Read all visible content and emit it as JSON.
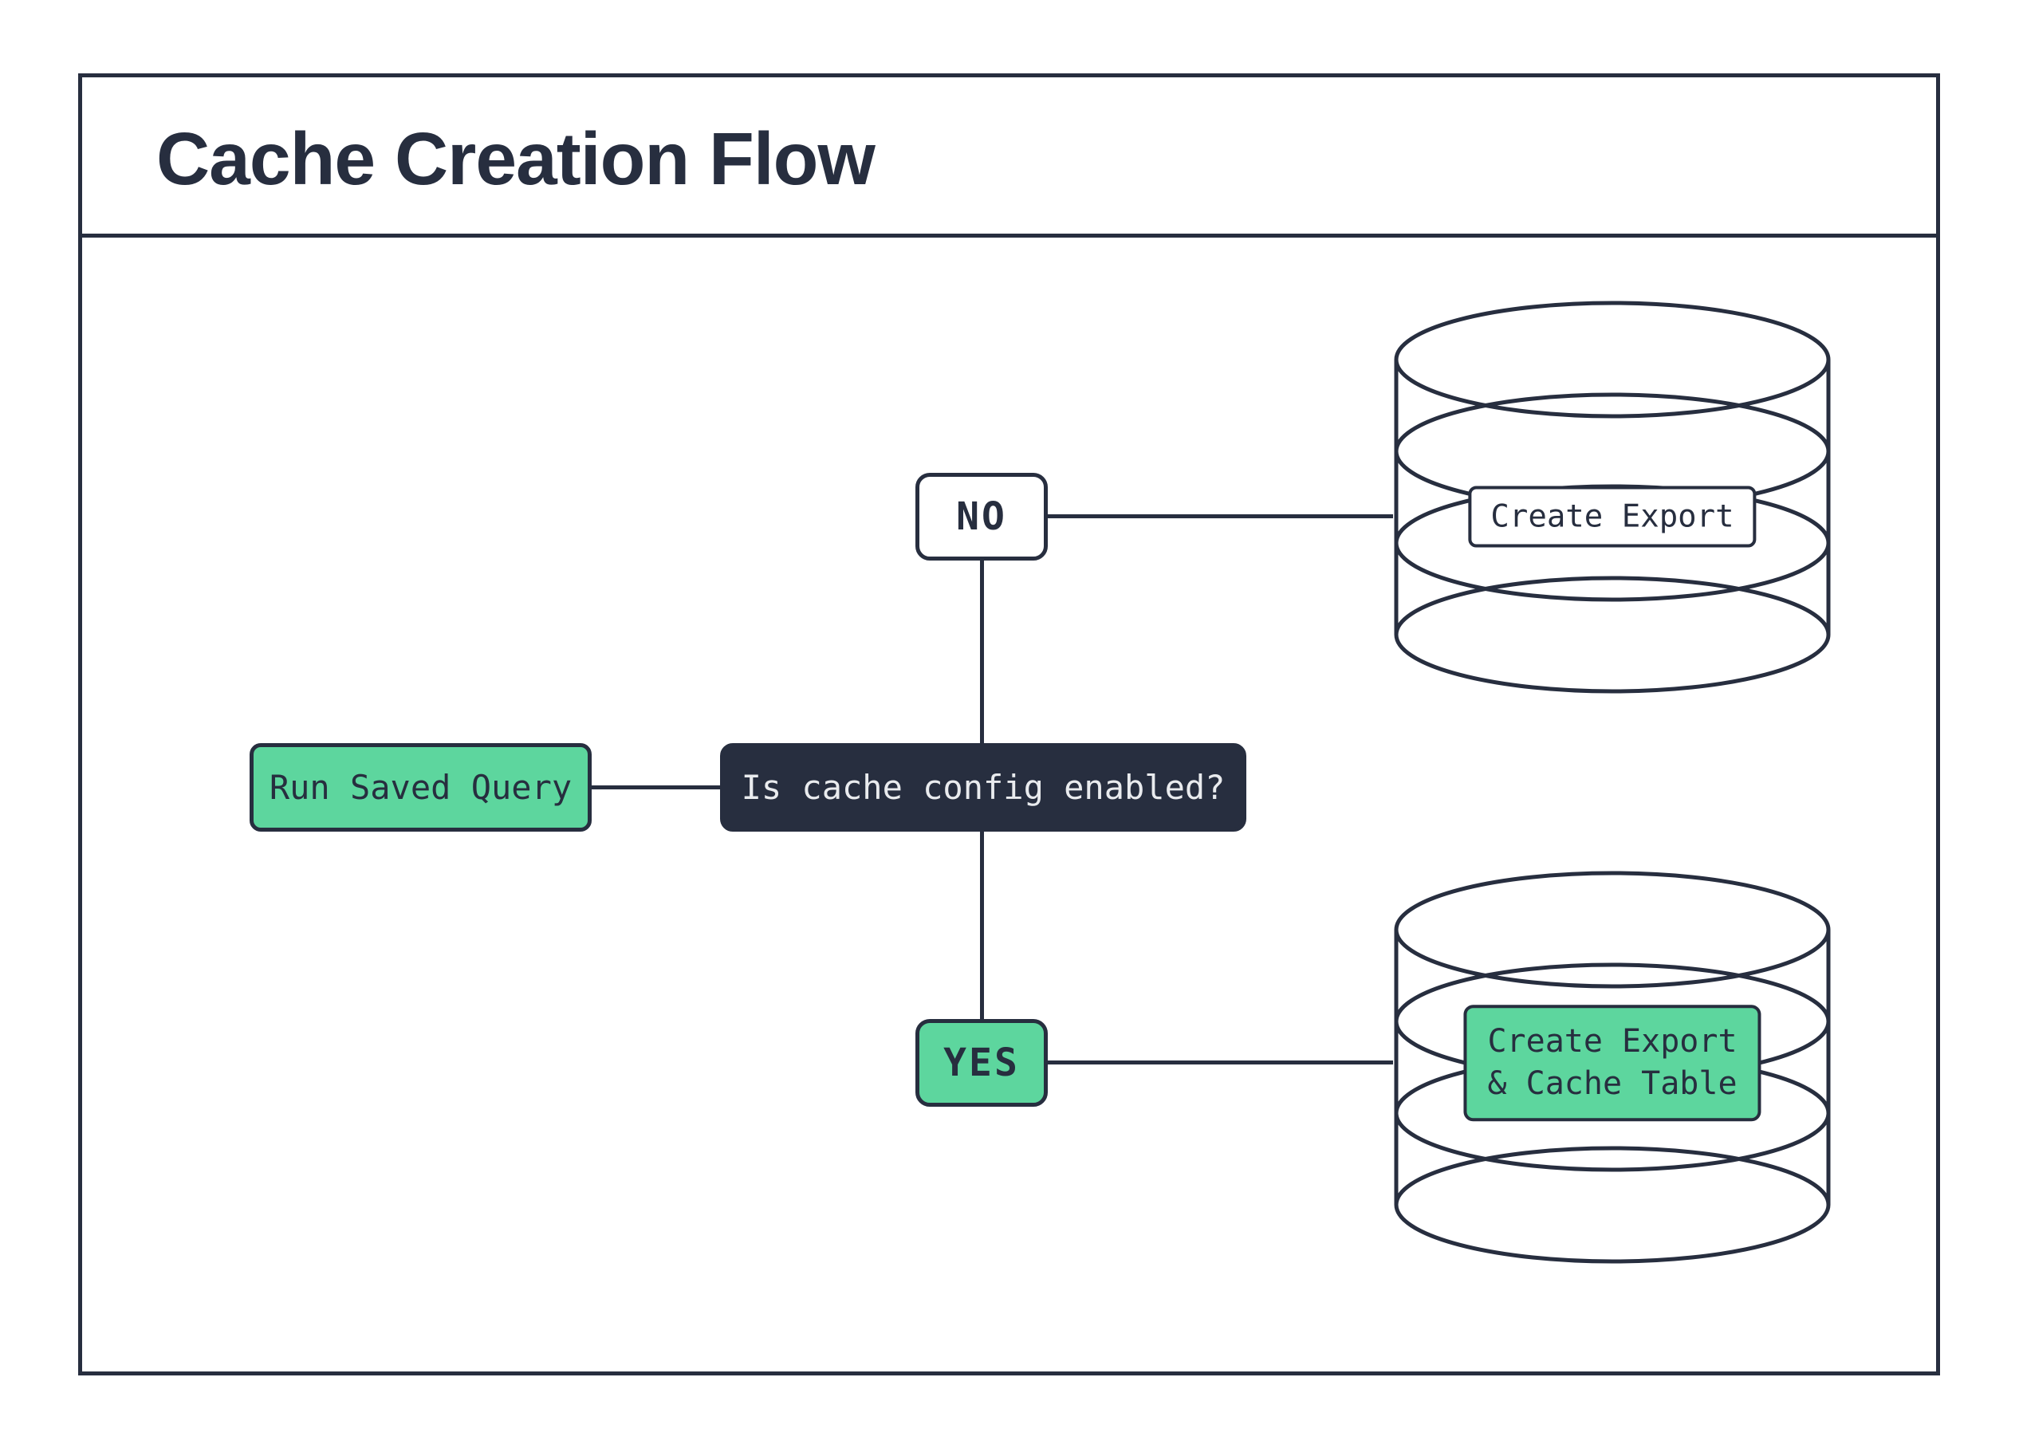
{
  "title": "Cache Creation Flow",
  "colors": {
    "ink": "#272e3f",
    "green": "#5dd69e",
    "light": "#e9ebee",
    "paper": "#ffffff"
  },
  "flow": {
    "start": {
      "label": "Run Saved Query"
    },
    "decision": {
      "label": "Is cache config enabled?"
    },
    "branch_no": {
      "label": "NO"
    },
    "branch_yes": {
      "label": "YES"
    },
    "outcome_no": {
      "label": "Create Export",
      "icon": "database-cylinder-icon"
    },
    "outcome_yes": {
      "line1": "Create Export",
      "line2": "& Cache Table",
      "icon": "database-cylinder-icon"
    }
  }
}
